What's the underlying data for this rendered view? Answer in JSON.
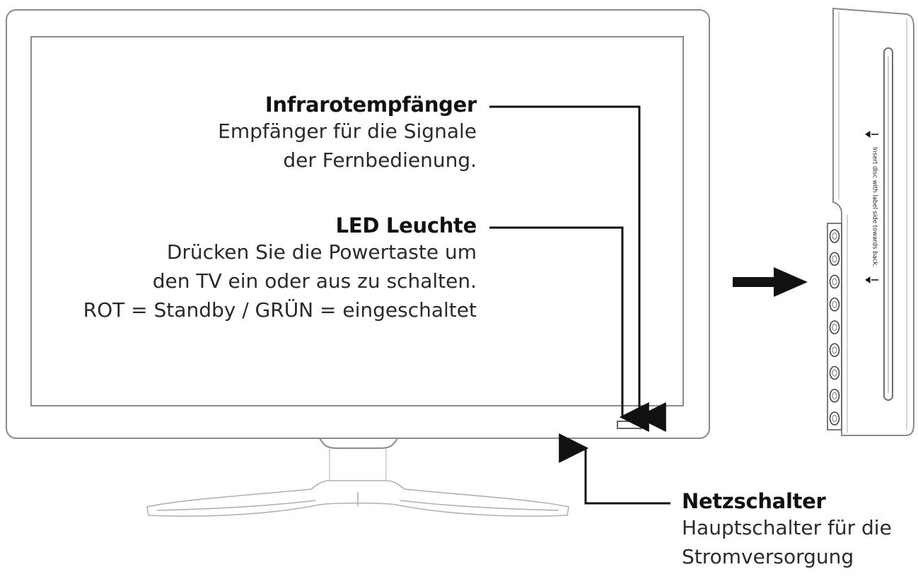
{
  "callouts": {
    "ir": {
      "title": "Infrarotempfänger",
      "lines": [
        "Empfänger für die Signale",
        "der Fernbedienung."
      ]
    },
    "led": {
      "title": "LED Leuchte",
      "lines": [
        "Drücken Sie die Powertaste um",
        "den TV ein oder aus zu schalten.",
        "ROT = Standby / GRÜN = eingeschaltet"
      ]
    },
    "power": {
      "title": "Netzschalter",
      "lines": [
        "Hauptschalter für die",
        "Stromversorgung"
      ]
    }
  },
  "side_panel": {
    "slot_label": "Insert disc with label side towards back.",
    "button_count": 9
  },
  "colors": {
    "line": "#111111",
    "outline": "#8a8a8a",
    "text": "#2a2a2a"
  }
}
